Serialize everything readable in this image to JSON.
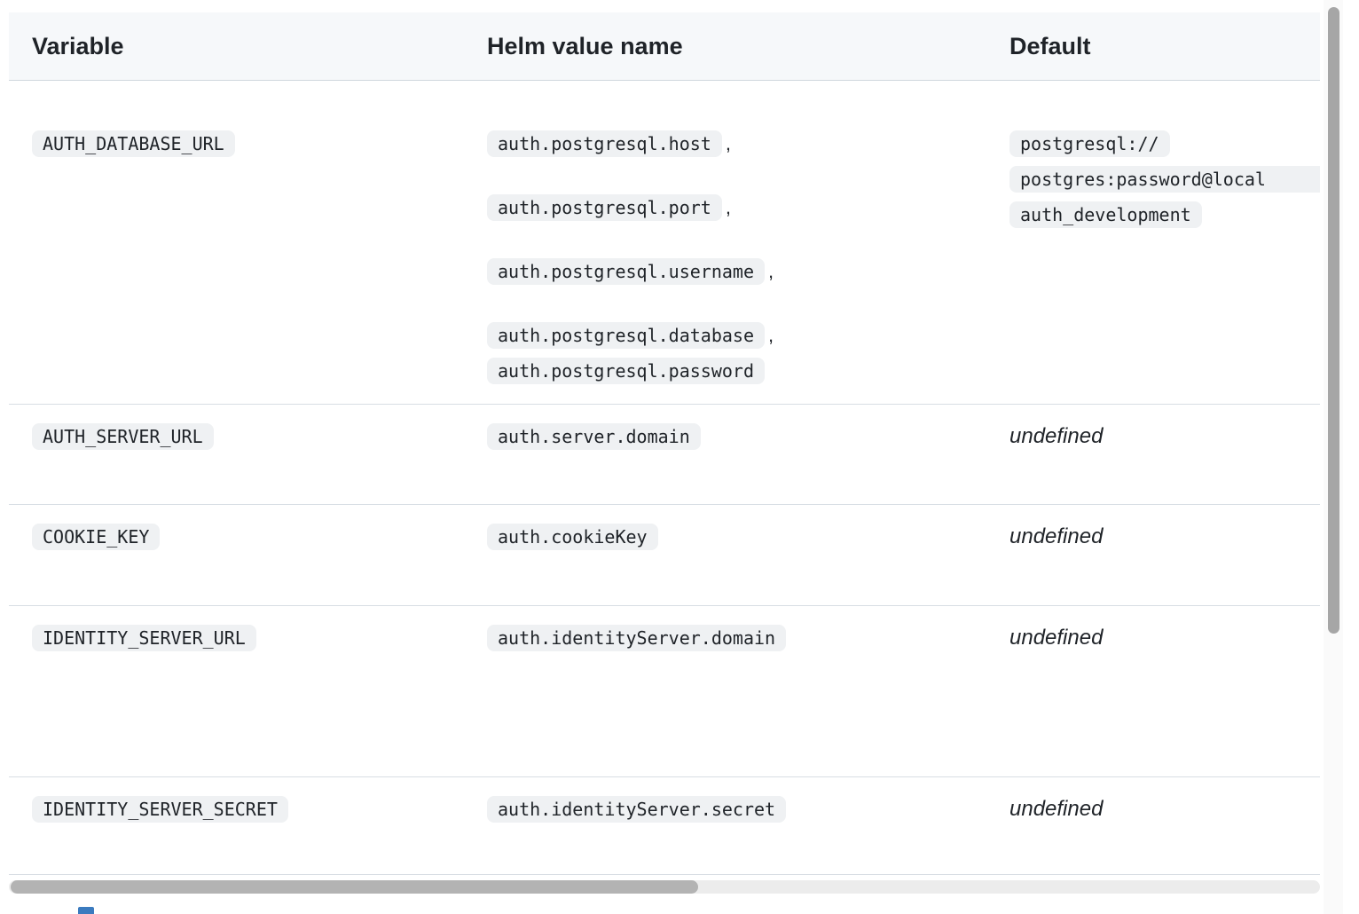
{
  "punctuation": {
    "comma": ","
  },
  "table": {
    "headers": [
      "Variable",
      "Helm value name",
      "Default"
    ],
    "rows": [
      {
        "variable": "AUTH_DATABASE_URL",
        "helm_values": [
          "auth.postgresql.host",
          "auth.postgresql.port",
          "auth.postgresql.username",
          "auth.postgresql.database",
          "auth.postgresql.password"
        ],
        "default_code_lines": [
          "postgresql://",
          "postgres:password@local",
          "auth_development"
        ]
      },
      {
        "variable": "AUTH_SERVER_URL",
        "helm_values": [
          "auth.server.domain"
        ],
        "default_text": "undefined"
      },
      {
        "variable": "COOKIE_KEY",
        "helm_values": [
          "auth.cookieKey"
        ],
        "default_text": "undefined"
      },
      {
        "variable": "IDENTITY_SERVER_URL",
        "helm_values": [
          "auth.identityServer.domain"
        ],
        "default_text": "undefined"
      },
      {
        "variable": "IDENTITY_SERVER_SECRET",
        "helm_values": [
          "auth.identityServer.secret"
        ],
        "default_text": "undefined"
      }
    ]
  },
  "colors": {
    "header_bg": "#f6f8fa",
    "chip_bg": "#eff1f3",
    "row_border": "#d8dee4",
    "scroll_thumb": "#a6a6a6"
  }
}
